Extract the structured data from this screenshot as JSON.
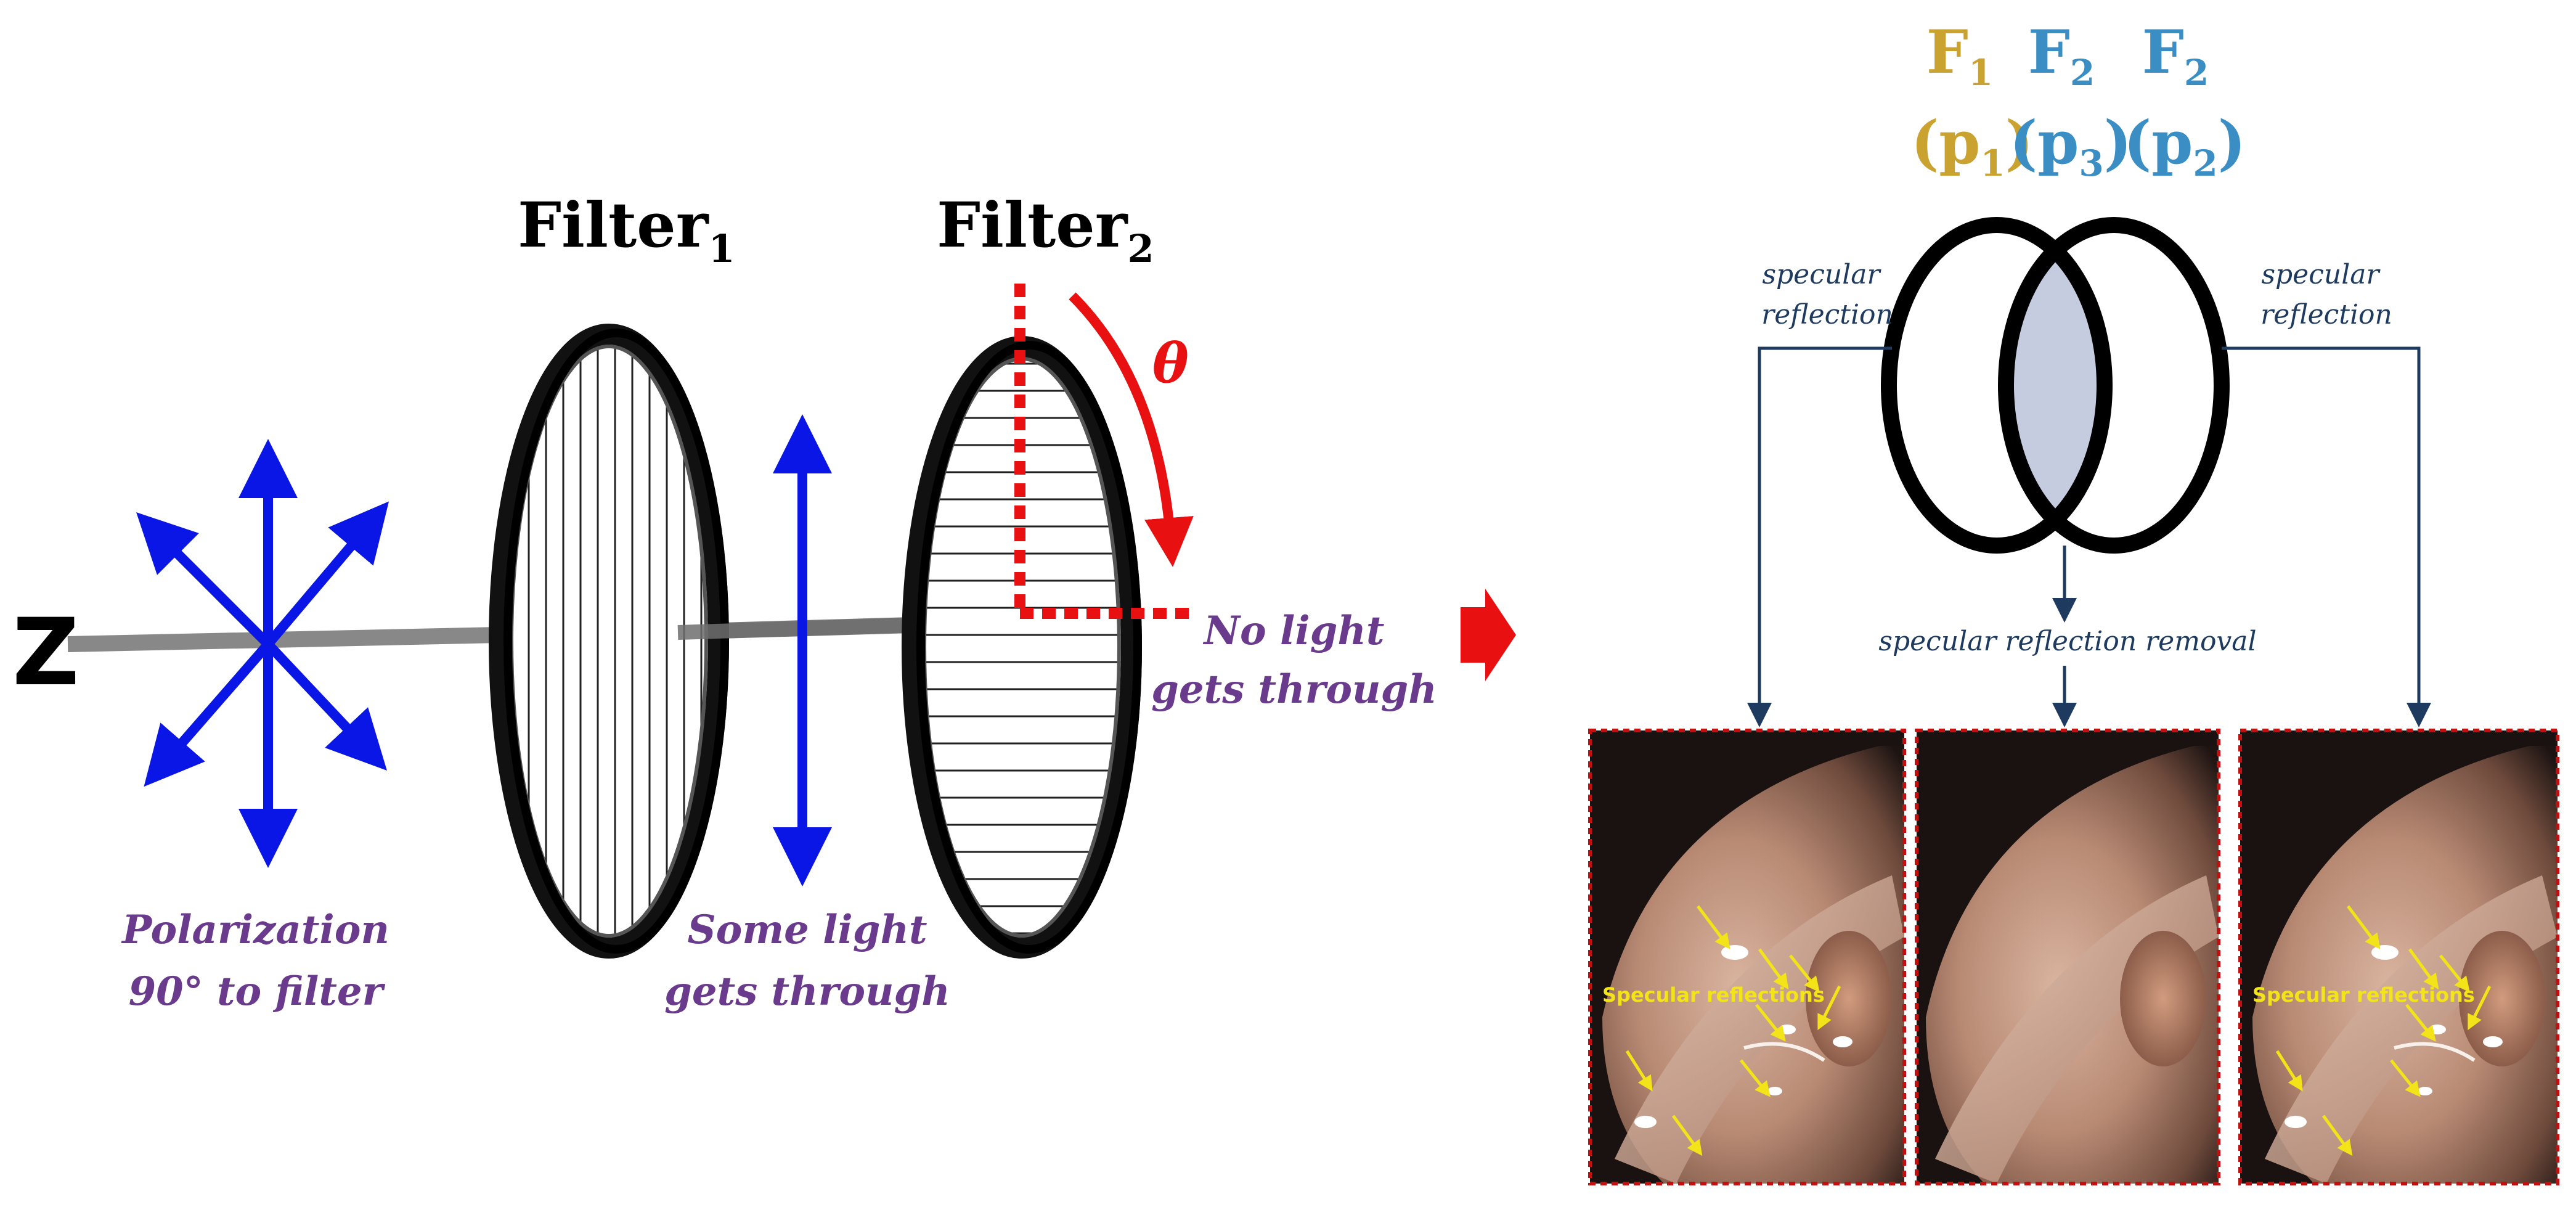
{
  "axis_label": "Z",
  "filter1": {
    "name": "Filter",
    "sub": "1"
  },
  "filter2": {
    "name": "Filter",
    "sub": "2"
  },
  "theta_symbol": "θ",
  "captions": {
    "polarization": [
      "Polarization",
      "90° to filter"
    ],
    "some_light": [
      "Some light",
      "gets through"
    ],
    "no_light": [
      "No light",
      "gets through"
    ]
  },
  "venn_labels": [
    {
      "letter": "F",
      "sub": "1",
      "param": "p",
      "param_sub": "1",
      "color": "#c9a230"
    },
    {
      "letter": "F",
      "sub": "2",
      "param": "p",
      "param_sub": "3",
      "color": "#3a8ec4"
    },
    {
      "letter": "F",
      "sub": "2",
      "param": "p",
      "param_sub": "2",
      "color": "#3a8ec4"
    }
  ],
  "venn_side_labels": {
    "left": [
      "specular",
      "reflection"
    ],
    "right": [
      "specular",
      "reflection"
    ],
    "center": "specular reflection removal"
  },
  "image_annotations": {
    "left": "Specular reflections",
    "right": "Specular reflections"
  },
  "colors": {
    "blue_arrows": "#0a16e6",
    "red": "#e81010",
    "purple_text": "#6a3a8c",
    "dark_line": "#1e3a5f",
    "venn_fill": "#c6cce0",
    "yellow_arrow": "#f2e418"
  }
}
